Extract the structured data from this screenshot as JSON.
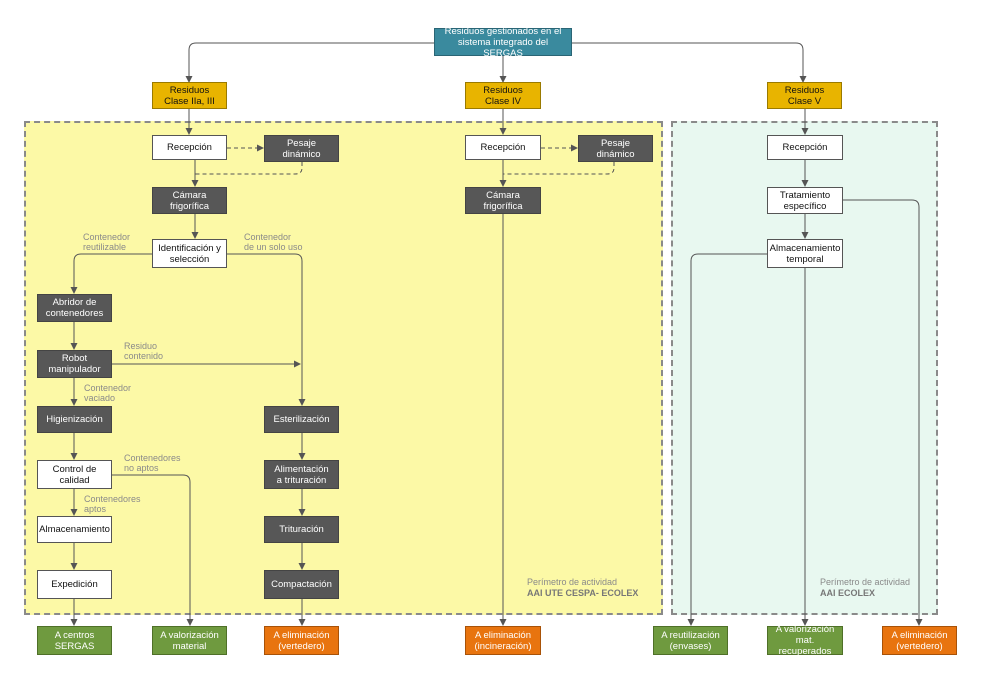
{
  "diagram": {
    "root": "Residuos gestionados en el\nsistema integrado del SERGAS",
    "classes": {
      "c2": "Residuos\nClase IIa, III",
      "c4": "Residuos\nClase IV",
      "c5": "Residuos\nClase V"
    },
    "nodes": {
      "recepcion_a": "Recepción",
      "pesaje_a": "Pesaje\ndinámico",
      "camara_a": "Cámara\nfrigorífica",
      "identificacion": "Identificación y\nselección",
      "abridor": "Abridor de\ncontenedores",
      "robot": "Robot\nmanipulador",
      "higienizacion": "Higienización",
      "control": "Control de\ncalidad",
      "almacenamiento": "Almacenamiento",
      "expedicion": "Expedición",
      "esterilizacion": "Esterilización",
      "alimentacion": "Alimentación\na trituración",
      "trituracion": "Trituración",
      "compactacion": "Compactación",
      "recepcion_b": "Recepción",
      "pesaje_b": "Pesaje\ndinámico",
      "camara_b": "Cámara\nfrigorífica",
      "recepcion_c": "Recepción",
      "tratamiento": "Tratamiento\nespecífico",
      "almac_temporal": "Almacenamiento\ntemporal"
    },
    "outputs": {
      "centros": "A centros\nSERGAS",
      "valorizacion_material": "A valorización\nmaterial",
      "eliminacion_vertedero_a": "A eliminación\n(vertedero)",
      "eliminacion_incineracion": "A eliminación\n(incineración)",
      "reutilizacion": "A reutilización\n(envases)",
      "valorizacion_mat_rec": "A valorización\nmat. recuperados",
      "eliminacion_vertedero_b": "A eliminación\n(vertedero)"
    },
    "edge_labels": {
      "reutilizable": "Contenedor\nreutilizable",
      "un_solo_uso": "Contenedor\nde un solo uso",
      "residuo_contenido": "Residuo\ncontenido",
      "contenedor_vaciado": "Contenedor\nvaciado",
      "no_aptos": "Contenedores\nno aptos",
      "aptos": "Contenedores\naptos"
    },
    "perimeters": {
      "a_label": "Perímetro de actividad",
      "a_name": "AAI UTE CESPA- ECOLEX",
      "b_label": "Perímetro de actividad",
      "b_name": "AAI ECOLEX"
    },
    "colors": {
      "region_yellow": "#fcf9a6",
      "region_mint": "#e8f8f0",
      "class_box": "#e8b400",
      "root_box": "#3a8a9e",
      "dark_box": "#575757",
      "green_output": "#6f9a3f",
      "orange_output": "#e8740f"
    }
  }
}
